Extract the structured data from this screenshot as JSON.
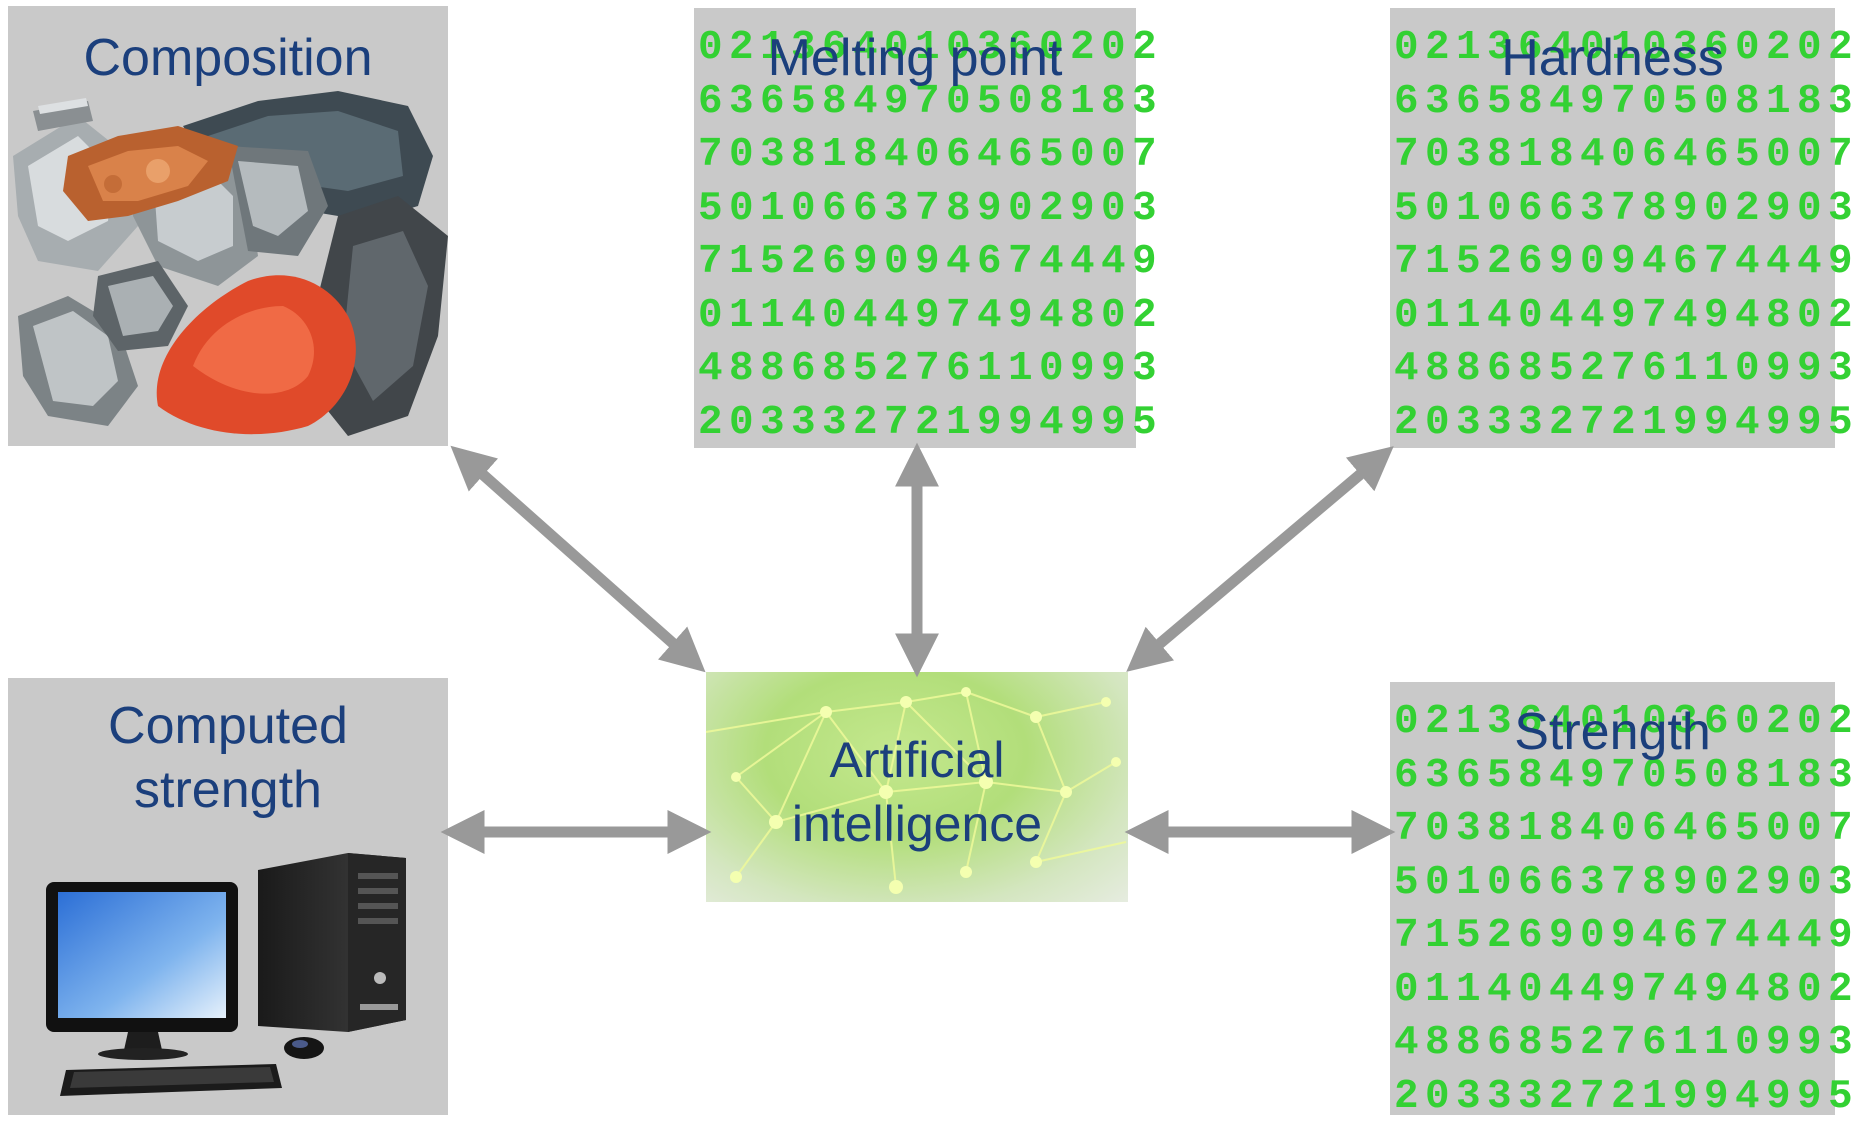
{
  "nodes": {
    "composition": {
      "title": "Composition"
    },
    "melting_point": {
      "title": "Melting point"
    },
    "hardness": {
      "title": "Hardness"
    },
    "computed_strength": {
      "title_line1": "Computed",
      "title_line2": "strength"
    },
    "strength": {
      "title": "Strength"
    },
    "artificial_intelligence": {
      "title_line1": "Artificial",
      "title_line2": "intelligence"
    }
  },
  "digit_rows": [
    "021364010360202",
    "636584970508183",
    "703818406465007",
    "501066378902903",
    "715269094674449",
    "011404497494802",
    "488685276110993",
    "203332721994995"
  ],
  "colors": {
    "panel": "#c9c9c9",
    "title_text": "#1b3f7c",
    "digits": "#33d133",
    "arrow": "#999999",
    "ai_network": "#eaff9a"
  },
  "icons": {
    "composition": "raw-materials-image",
    "computed_strength": "desktop-computer-icon",
    "artificial_intelligence": "neural-network-image"
  }
}
